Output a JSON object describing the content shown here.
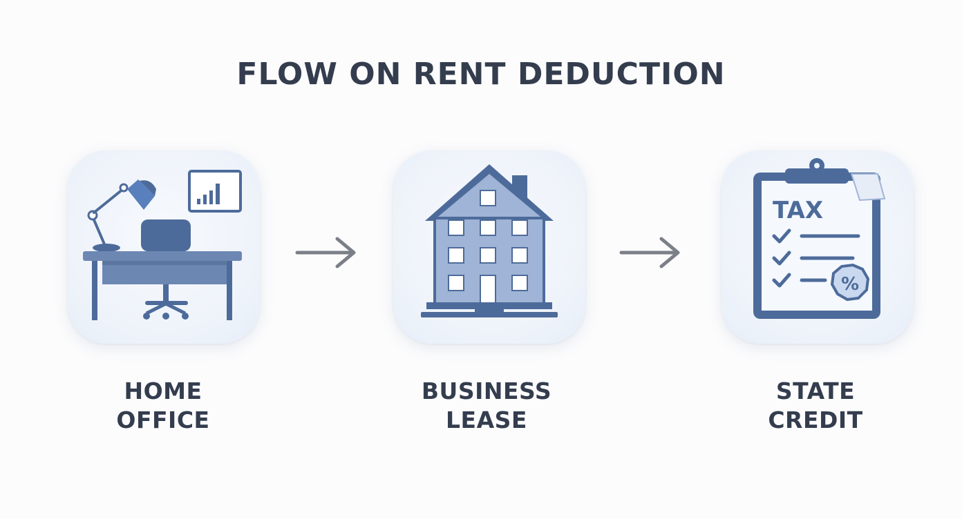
{
  "title": "FLOW ON RENT DEDUCTION",
  "steps": [
    {
      "icon": "home-office-desk-icon",
      "line1": "HOME",
      "line2": "OFFICE"
    },
    {
      "icon": "building-icon",
      "line1": "BUSINESS",
      "line2": "LEASE"
    },
    {
      "icon": "tax-clipboard-icon",
      "line1": "STATE",
      "line2": "CREDIT",
      "clipboard_text": "TAX",
      "badge_text": "%"
    }
  ],
  "arrows": [
    "arrow-right-icon",
    "arrow-right-icon"
  ],
  "colors": {
    "title": "#343d4e",
    "icon_dark": "#4d6b9a",
    "icon_mid": "#6d87b3",
    "icon_light": "#9fb4d6",
    "tile_bg": "#eef3fa",
    "arrow": "#7b7f88"
  }
}
